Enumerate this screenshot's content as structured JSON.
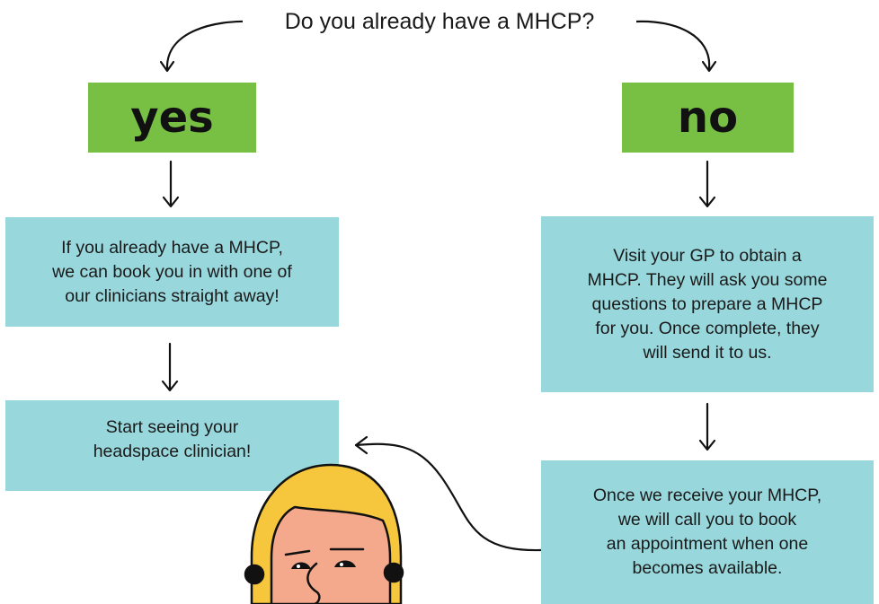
{
  "question": "Do you already have a MHCP?",
  "answers": {
    "yes": "yes",
    "no": "no"
  },
  "yes_branch": {
    "info_lines": [
      "If you already have a MHCP,",
      "we can book you in with one of",
      "our clinicians straight away!"
    ],
    "start_lines": [
      "Start seeing your",
      "headspace clinician!"
    ]
  },
  "no_branch": {
    "info_lines": [
      "Visit your GP to obtain a",
      "MHCP. They will ask you some",
      "questions to prepare a MHCP",
      "for you. Once complete, they",
      "will send it to us."
    ],
    "receive_lines": [
      "Once we receive your MHCP,",
      "we will call you to book",
      "an appointment when one",
      "becomes available."
    ]
  },
  "colors": {
    "answer_fill": "#77c043",
    "box_fill": "#98d7dc",
    "hair": "#f6c63c",
    "skin": "#f5a98c",
    "stroke": "#111111"
  },
  "illustration": "person-face-illustration"
}
